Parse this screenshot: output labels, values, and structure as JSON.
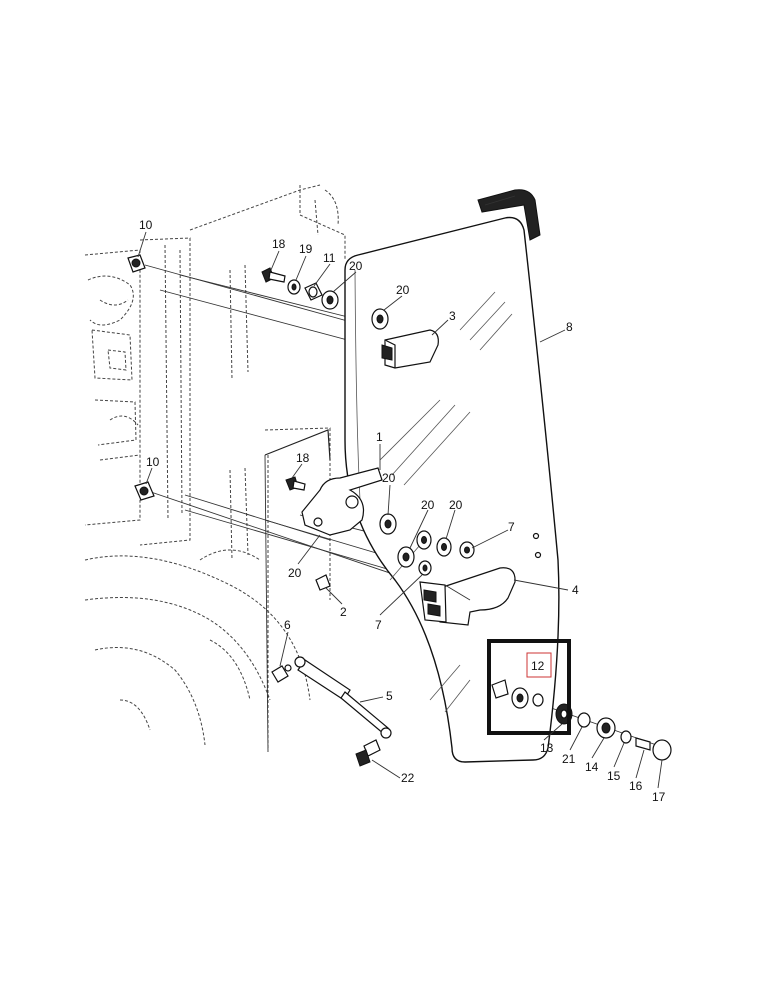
{
  "callouts": [
    {
      "id": "c10a",
      "text": "10"
    },
    {
      "id": "c18a",
      "text": "18"
    },
    {
      "id": "c19",
      "text": "19"
    },
    {
      "id": "c11",
      "text": "11"
    },
    {
      "id": "c20a",
      "text": "20"
    },
    {
      "id": "c20b",
      "text": "20"
    },
    {
      "id": "c3",
      "text": "3"
    },
    {
      "id": "c8",
      "text": "8"
    },
    {
      "id": "c1",
      "text": "1"
    },
    {
      "id": "c10b",
      "text": "10"
    },
    {
      "id": "c18b",
      "text": "18"
    },
    {
      "id": "c20c",
      "text": "20"
    },
    {
      "id": "c20d",
      "text": "20"
    },
    {
      "id": "c20e",
      "text": "20"
    },
    {
      "id": "c7a",
      "text": "7"
    },
    {
      "id": "c20f",
      "text": "20"
    },
    {
      "id": "c2",
      "text": "2"
    },
    {
      "id": "c7b",
      "text": "7"
    },
    {
      "id": "c4",
      "text": "4"
    },
    {
      "id": "c6",
      "text": "6"
    },
    {
      "id": "c5",
      "text": "5"
    },
    {
      "id": "c12",
      "text": "12"
    },
    {
      "id": "c13",
      "text": "13"
    },
    {
      "id": "c21",
      "text": "21"
    },
    {
      "id": "c14",
      "text": "14"
    },
    {
      "id": "c15",
      "text": "15"
    },
    {
      "id": "c16",
      "text": "16"
    },
    {
      "id": "c17",
      "text": "17"
    },
    {
      "id": "c22",
      "text": "22"
    }
  ],
  "colors": {
    "highlight_box": "#111111",
    "highlight_label_box": "#cc3333"
  }
}
